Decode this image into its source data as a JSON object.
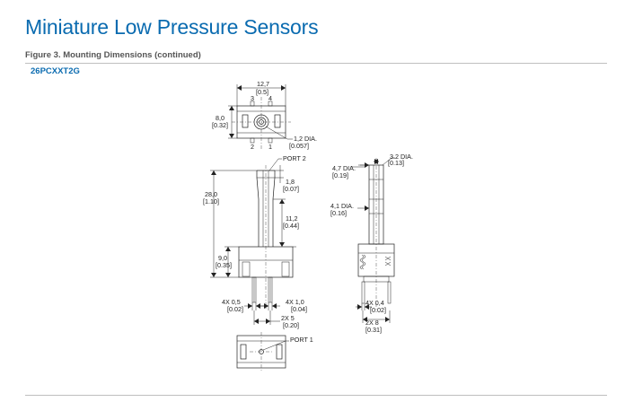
{
  "header": {
    "title": "Miniature Low Pressure Sensors"
  },
  "figure": {
    "caption": "Figure 3. Mounting Dimensions (continued)",
    "part_number": "26PCXXT2G"
  },
  "dimensions": {
    "top_width_mm": "12,7",
    "top_width_in": "[0.5]",
    "top_height_mm": "8,0",
    "top_height_in": "[0.32]",
    "pin_3": "3",
    "pin_4": "4",
    "pin_2": "2",
    "pin_1": "1",
    "hole_dia_mm": "1,2 DIA.",
    "hole_dia_in": "[0.057]",
    "port_2": "PORT 2",
    "port_1": "PORT 1",
    "tip_mm": "1,8",
    "tip_in": "[0.07]",
    "overall_mm": "28,0",
    "overall_in": "[1.10]",
    "tube_mm": "11,2",
    "tube_in": "[0.44]",
    "base_mm": "9,0",
    "base_in": "[0.35]",
    "pin_width_mm": "4X 0,5",
    "pin_width_in": "[0.02]",
    "pin_len_mm": "4X 1,0",
    "pin_len_in": "[0.04]",
    "pitch_mm": "2X 5",
    "pitch_in": "[0.20]",
    "outer_dia_mm": "4,7 DIA.",
    "outer_dia_in": "[0.19]",
    "inner_dia_mm": "3.2 DIA.",
    "inner_dia_in": "[0.13]",
    "mid_dia_mm": "4,1 DIA.",
    "mid_dia_in": "[0.16]",
    "side_pin_mm": "4X 0,4",
    "side_pin_in": "[0.02]",
    "side_pitch_mm": "2X 8",
    "side_pitch_in": "[0.31]"
  },
  "colors": {
    "title": "#0a6bb0",
    "caption": "#555555",
    "rule": "#bfbfbf"
  }
}
